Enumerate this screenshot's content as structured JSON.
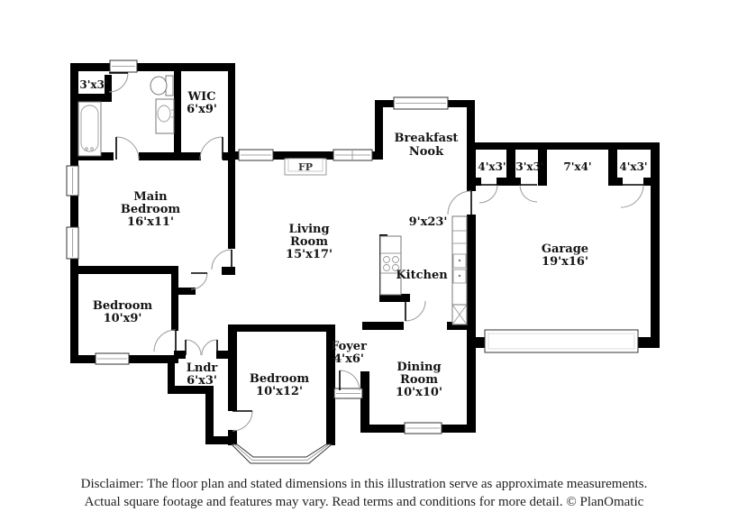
{
  "rooms": {
    "closet_top_left": {
      "dims": "3'x3'"
    },
    "wic": {
      "name": "WIC",
      "dims": "6'x9'"
    },
    "main_bedroom": {
      "name1": "Main",
      "name2": "Bedroom",
      "dims": "16'x11'"
    },
    "living_room": {
      "name1": "Living",
      "name2": "Room",
      "dims": "15'x17'"
    },
    "breakfast_nook": {
      "name1": "Breakfast",
      "name2": "Nook"
    },
    "fireplace": {
      "abbr": "FP"
    },
    "hallway": {
      "dims": "9'x23'"
    },
    "kitchen": {
      "name": "Kitchen"
    },
    "closet_a": {
      "dims": "4'x3'"
    },
    "closet_b": {
      "dims": "3'x3'"
    },
    "closet_c": {
      "dims": "7'x4'"
    },
    "closet_d": {
      "dims": "4'x3'"
    },
    "garage": {
      "name": "Garage",
      "dims": "19'x16'"
    },
    "bedroom_2": {
      "name": "Bedroom",
      "dims": "10'x9'"
    },
    "laundry": {
      "name": "Lndr",
      "dims": "6'x3'"
    },
    "bedroom_3": {
      "name": "Bedroom",
      "dims": "10'x12'"
    },
    "foyer": {
      "name": "Foyer",
      "dims": "4'x6'"
    },
    "dining_room": {
      "name1": "Dining",
      "name2": "Room",
      "dims": "10'x10'"
    }
  },
  "disclaimer": {
    "line1": "Disclaimer: The floor plan and stated dimensions in this illustration serve as approximate measurements.",
    "line2": "Actual square footage and features may vary. Read terms and conditions for more detail. © PlanOmatic"
  },
  "colors": {
    "wall": "#000000",
    "background": "#ffffff",
    "label_text": "#141414",
    "thin_line": "#9a9a9a"
  }
}
